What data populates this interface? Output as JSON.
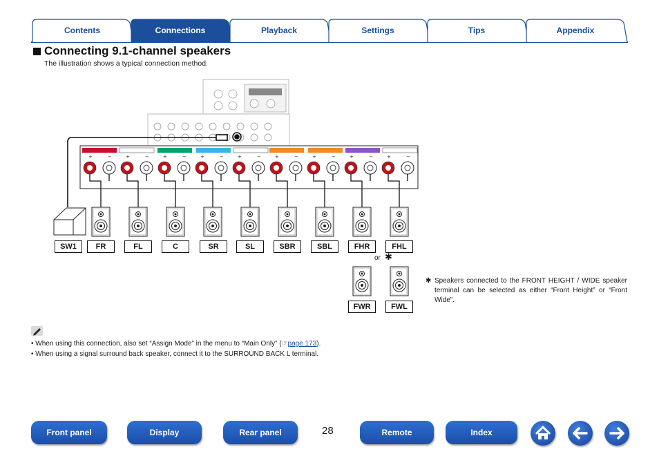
{
  "tabs": [
    {
      "label": "Contents",
      "active": false
    },
    {
      "label": "Connections",
      "active": true
    },
    {
      "label": "Playback",
      "active": false
    },
    {
      "label": "Settings",
      "active": false
    },
    {
      "label": "Tips",
      "active": false
    },
    {
      "label": "Appendix",
      "active": false
    }
  ],
  "section": {
    "title": "Connecting 9.1-channel speakers",
    "intro": "The illustration shows a typical connection method."
  },
  "speakers": {
    "row1": [
      "SW1",
      "FR",
      "FL",
      "C",
      "SR",
      "SL",
      "SBR",
      "SBL",
      "FHR",
      "FHL"
    ],
    "row2": [
      "FWR",
      "FWL"
    ],
    "or_label": "or",
    "asterisk": "✱"
  },
  "footnote": {
    "star": "✱",
    "text": "Speakers connected to the FRONT HEIGHT / WIDE speaker terminal can be selected as either “Front Height” or “Front Wide”."
  },
  "notes": {
    "note1_prefix": "• When using this connection, also set “Assign Mode” in the menu to “Main Only” (",
    "note1_link": "page 173",
    "note1_suffix": ").",
    "note2": "• When using a signal surround back speaker, connect it to the SURROUND BACK L terminal."
  },
  "colors": {
    "tab_active": "#1b4f9c",
    "tab_inactive_text": "#1b4f9c",
    "nav_button": "#1f57b5",
    "terminal_red": "#c0141c",
    "front_label": "#c8102e",
    "center_label": "#00a36c",
    "surround_label": "#3bb4e6",
    "surround_back_label": "#f08a24",
    "height_wide_label": "#8a57c6"
  },
  "bottom_nav": {
    "buttons": [
      "Front panel",
      "Display",
      "Rear panel",
      "Remote",
      "Index"
    ],
    "page_number": "28",
    "icons": [
      "home-icon",
      "arrow-left-icon",
      "arrow-right-icon"
    ]
  }
}
